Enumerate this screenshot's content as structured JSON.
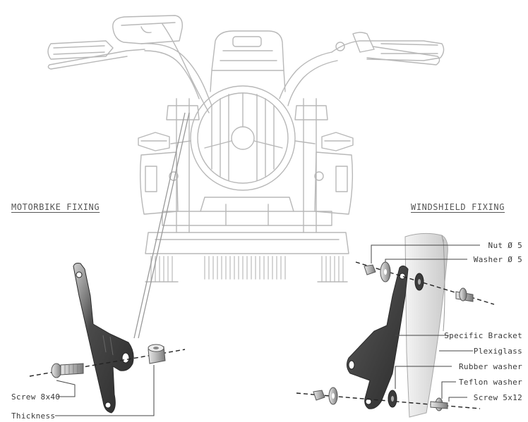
{
  "headings": {
    "left": "MOTORBIKE FIXING",
    "right": "WINDSHIELD FIXING"
  },
  "left_labels": {
    "screw": "Screw 8x40",
    "thickness": "Thickness"
  },
  "right_labels": {
    "nut": "Nut Ø 5",
    "washer": "Washer Ø 5",
    "bracket": "Specific Bracket",
    "plexiglass": "Plexiglass",
    "rubber": "Rubber washer",
    "teflon": "Teflon washer",
    "screw": "Screw 5x12"
  },
  "colors": {
    "line_art": "#b8b8b8",
    "leader": "#444444",
    "bracket_dark": "#3a3a3a",
    "plexiglass": "#d9d9d9"
  }
}
